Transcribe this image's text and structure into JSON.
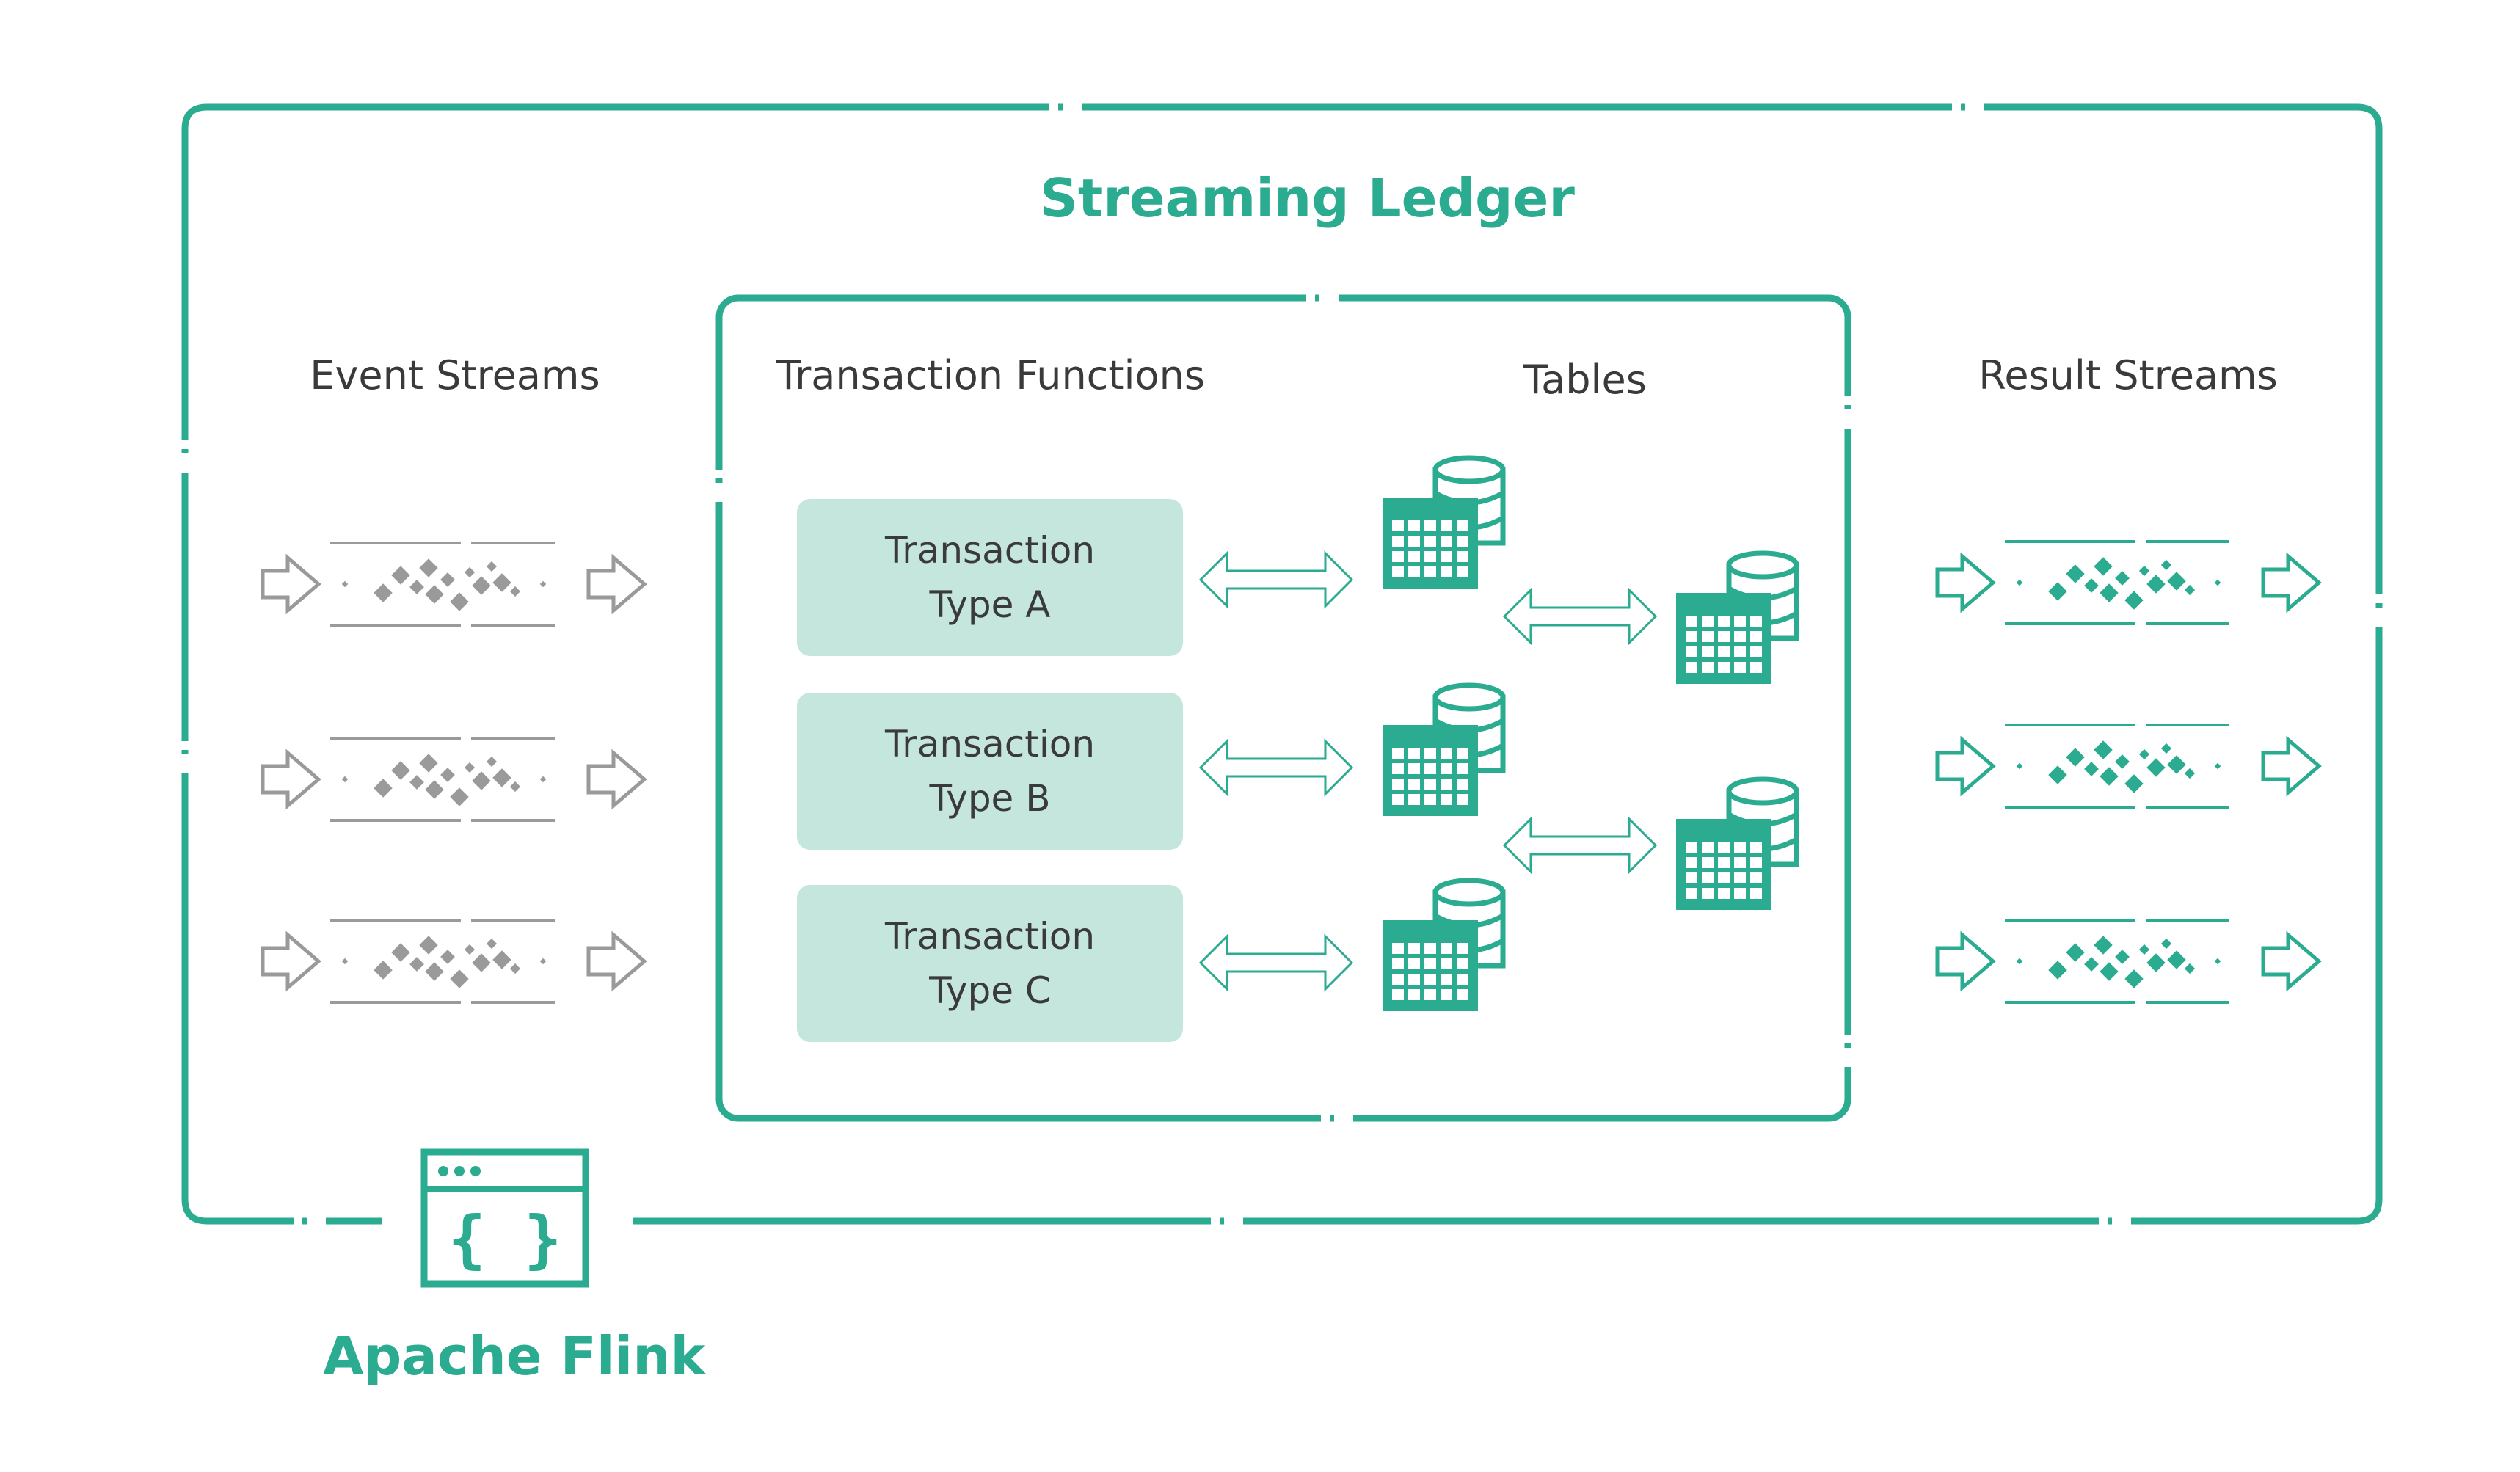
{
  "title": "Streaming Ledger",
  "platform_label": "Apache Flink",
  "columns": {
    "event_streams": "Event Streams",
    "transaction_functions": "Transaction Functions",
    "tables": "Tables",
    "result_streams": "Result Streams"
  },
  "transactions": [
    {
      "line1": "Transaction",
      "line2": "Type A"
    },
    {
      "line1": "Transaction",
      "line2": "Type B"
    },
    {
      "line1": "Transaction",
      "line2": "Type C"
    }
  ],
  "icons": {
    "stream": "stream-icon",
    "arrow": "hollow-arrow-icon",
    "table": "database-table-icon",
    "bidirectional": "bidirectional-arrow-icon",
    "app_window": "code-window-icon"
  },
  "colors": {
    "accent": "#2bab8f",
    "event_stream": "#9a9a9a",
    "box_fill": "#c5e6dd",
    "text": "#3a3a3a"
  }
}
